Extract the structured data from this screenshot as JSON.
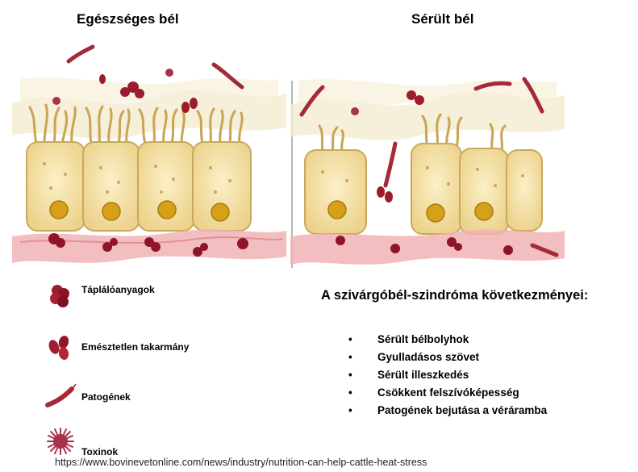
{
  "titles": {
    "healthy": "Egészséges bél",
    "damaged": "Sérült bél"
  },
  "legend": [
    {
      "label": "Táplálóanyagok",
      "icon": "nutrient-icon",
      "color": "#9a1d2b"
    },
    {
      "label": "Emésztetlen takarmány",
      "icon": "undigested-feed-icon",
      "color": "#a11f2e"
    },
    {
      "label": "Patogének",
      "icon": "pathogen-icon",
      "color": "#a32a36"
    },
    {
      "label": "Toxinok",
      "icon": "toxin-icon",
      "color": "#a8324a"
    }
  ],
  "consequences": {
    "title": "A szivárgóbél-szindróma következményei:",
    "items": [
      "Sérült bélbolyhok",
      "Gyulladásos szövet",
      "Sérült illeszkedés",
      "Csökkent felszívóképesség",
      "Patogének bejutása a véráramba"
    ]
  },
  "source": "https://www.bovinevetonline.com/news/industry/nutrition-can-help-cattle-heat-stress",
  "colors": {
    "cell_fill": "#f5e3a6",
    "cell_border": "#c9a85c",
    "nucleus": "#d6a019",
    "villi": "#d7b45e",
    "blood": "#f1b3b5",
    "particle": "#9b1c2c"
  }
}
